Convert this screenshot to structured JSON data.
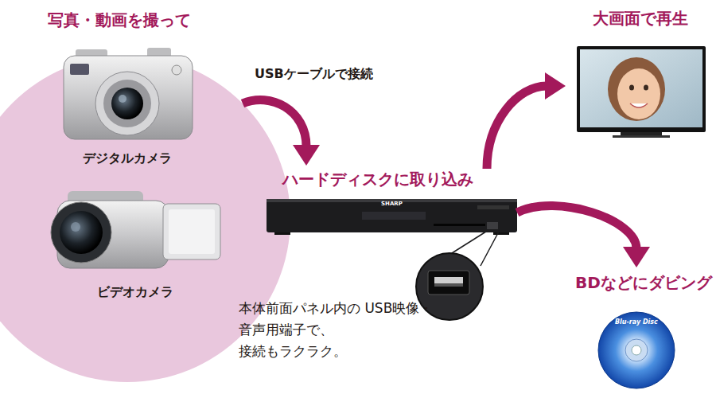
{
  "diagram": {
    "nodes": [
      {
        "text": [
          "写真・動画を撮って"
        ]
      },
      {
        "text": [
          "デジタルカメラ"
        ],
        "in": 0
      },
      {
        "text": [
          "ビデオカメラ"
        ],
        "in": 0
      },
      {
        "text": [
          "ハードディスクに取り込み"
        ]
      },
      {
        "text": [
          "大画面で再生"
        ]
      },
      {
        "text": [
          "BDなどにダビング"
        ]
      }
    ],
    "edges": [
      {
        "from": 0,
        "to": 3,
        "label": "USBケーブルで接続",
        "arrow": "to"
      },
      {
        "from": 3,
        "to": 4,
        "arrow": "to"
      },
      {
        "from": 3,
        "to": 5,
        "arrow": "to"
      }
    ],
    "labels": [
      "本体前面パネル内の USB映像・音声用端子で、 接続もラクラク。",
      "SHARP",
      "Blu-ray Disc"
    ]
  }
}
